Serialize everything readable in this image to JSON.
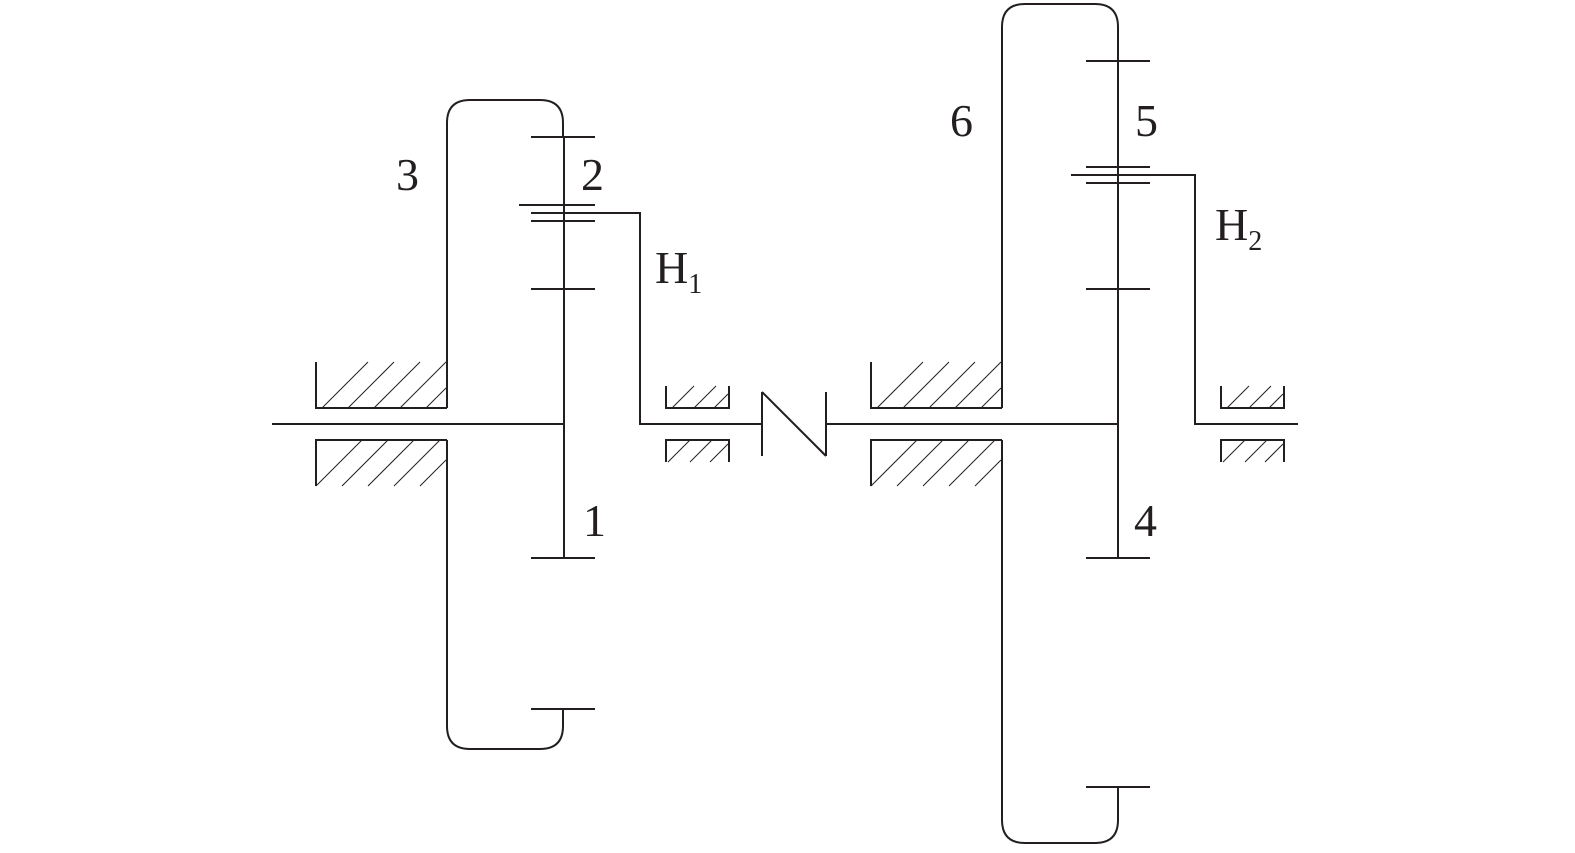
{
  "labels": {
    "gear_1": "1",
    "gear_2": "2",
    "gear_3": "3",
    "gear_4": "4",
    "gear_5": "5",
    "gear_6": "6",
    "carrier_1": {
      "main": "H",
      "sub": "1"
    },
    "carrier_2": {
      "main": "H",
      "sub": "2"
    }
  },
  "colors": {
    "line": "#231f20",
    "background": "#ffffff"
  }
}
